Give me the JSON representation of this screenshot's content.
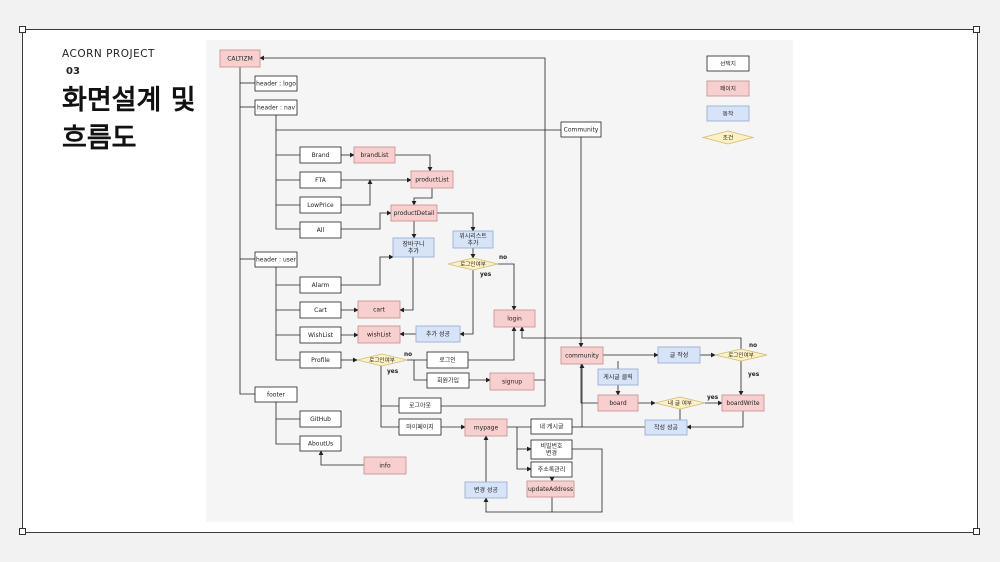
{
  "slide": {
    "project_label": "ACORN PROJECT",
    "section_number": "03",
    "title_line1": "화면설계 및",
    "title_line2": "흐름도"
  },
  "legend": [
    {
      "label": "선택지",
      "kind": "choice"
    },
    {
      "label": "페이지",
      "kind": "page"
    },
    {
      "label": "동작",
      "kind": "action"
    },
    {
      "label": "조건",
      "kind": "condition"
    }
  ],
  "nodes": [
    {
      "id": "caltizm",
      "kind": "page",
      "lines": [
        "CALTIZM"
      ]
    },
    {
      "id": "header-logo",
      "kind": "choice",
      "lines": [
        "header : logo"
      ]
    },
    {
      "id": "header-nav",
      "kind": "choice",
      "lines": [
        "header : nav"
      ]
    },
    {
      "id": "community-choice",
      "kind": "choice",
      "lines": [
        "Community"
      ]
    },
    {
      "id": "brand",
      "kind": "choice",
      "lines": [
        "Brand"
      ]
    },
    {
      "id": "brandlist",
      "kind": "page",
      "lines": [
        "brandList"
      ]
    },
    {
      "id": "fta",
      "kind": "choice",
      "lines": [
        "FTA"
      ]
    },
    {
      "id": "productlist",
      "kind": "page",
      "lines": [
        "productList"
      ]
    },
    {
      "id": "lowprice",
      "kind": "choice",
      "lines": [
        "LowPrice"
      ]
    },
    {
      "id": "productdetail",
      "kind": "page",
      "lines": [
        "productDetail"
      ]
    },
    {
      "id": "all",
      "kind": "choice",
      "lines": [
        "All"
      ]
    },
    {
      "id": "cart-add",
      "kind": "action",
      "lines": [
        "장바구니",
        "추가"
      ]
    },
    {
      "id": "wish-add",
      "kind": "action",
      "lines": [
        "위시리스트",
        "추가"
      ]
    },
    {
      "id": "login-check-1",
      "kind": "condition",
      "lines": [
        "로그인여부"
      ]
    },
    {
      "id": "header-user",
      "kind": "choice",
      "lines": [
        "header : user"
      ]
    },
    {
      "id": "alarm",
      "kind": "choice",
      "lines": [
        "Alarm"
      ]
    },
    {
      "id": "cart-choice",
      "kind": "choice",
      "lines": [
        "Cart"
      ]
    },
    {
      "id": "cart-page",
      "kind": "page",
      "lines": [
        "cart"
      ]
    },
    {
      "id": "login-page",
      "kind": "page",
      "lines": [
        "login"
      ]
    },
    {
      "id": "wishlist-choice",
      "kind": "choice",
      "lines": [
        "WishList"
      ]
    },
    {
      "id": "wishlist-page",
      "kind": "page",
      "lines": [
        "wishList"
      ]
    },
    {
      "id": "add-success",
      "kind": "action",
      "lines": [
        "추가 성공"
      ]
    },
    {
      "id": "community-page",
      "kind": "page",
      "lines": [
        "community"
      ]
    },
    {
      "id": "write-post",
      "kind": "action",
      "lines": [
        "글 작성"
      ]
    },
    {
      "id": "login-check-3",
      "kind": "condition",
      "lines": [
        "로그인여부"
      ]
    },
    {
      "id": "profile",
      "kind": "choice",
      "lines": [
        "Profile"
      ]
    },
    {
      "id": "login-check-2",
      "kind": "condition",
      "lines": [
        "로그인여부"
      ]
    },
    {
      "id": "login-choice",
      "kind": "choice",
      "lines": [
        "로그인"
      ]
    },
    {
      "id": "signup-choice",
      "kind": "choice",
      "lines": [
        "회원가입"
      ]
    },
    {
      "id": "signup-page",
      "kind": "page",
      "lines": [
        "signup"
      ]
    },
    {
      "id": "post-click",
      "kind": "action",
      "lines": [
        "게시글 클릭"
      ]
    },
    {
      "id": "footer",
      "kind": "choice",
      "lines": [
        "footer"
      ]
    },
    {
      "id": "board",
      "kind": "page",
      "lines": [
        "board"
      ]
    },
    {
      "id": "my-post-check",
      "kind": "condition",
      "lines": [
        "내 글 여부"
      ]
    },
    {
      "id": "boardwrite",
      "kind": "page",
      "lines": [
        "boardWrite"
      ]
    },
    {
      "id": "logout",
      "kind": "choice",
      "lines": [
        "로그아웃"
      ]
    },
    {
      "id": "github",
      "kind": "choice",
      "lines": [
        "GitHub"
      ]
    },
    {
      "id": "mypage-choice",
      "kind": "choice",
      "lines": [
        "마이페이지"
      ]
    },
    {
      "id": "mypage",
      "kind": "page",
      "lines": [
        "mypage"
      ]
    },
    {
      "id": "my-posts",
      "kind": "choice",
      "lines": [
        "내 게시글"
      ]
    },
    {
      "id": "write-success",
      "kind": "action",
      "lines": [
        "작성 성공"
      ]
    },
    {
      "id": "aboutus",
      "kind": "choice",
      "lines": [
        "AboutUs"
      ]
    },
    {
      "id": "pw-change",
      "kind": "choice",
      "lines": [
        "비밀번호",
        "변경"
      ]
    },
    {
      "id": "info",
      "kind": "page",
      "lines": [
        "info"
      ]
    },
    {
      "id": "address-manage",
      "kind": "choice",
      "lines": [
        "주소록관리"
      ]
    },
    {
      "id": "change-success",
      "kind": "action",
      "lines": [
        "변경 성공"
      ]
    },
    {
      "id": "updateaddress",
      "kind": "page",
      "lines": [
        "updateAddress"
      ]
    }
  ],
  "edge_labels": [
    {
      "id": "no-1",
      "text": "no"
    },
    {
      "id": "yes-1",
      "text": "yes"
    },
    {
      "id": "no-2",
      "text": "no"
    },
    {
      "id": "yes-2",
      "text": "yes"
    },
    {
      "id": "no-3",
      "text": "no"
    },
    {
      "id": "yes-3",
      "text": "yes"
    },
    {
      "id": "yes-4",
      "text": "yes"
    }
  ],
  "colors": {
    "choice_fill": "#ffffff",
    "page_fill": "#f8cfcf",
    "page_stroke": "#c98a8a",
    "action_fill": "#d7e4f7",
    "action_stroke": "#8ea9cf",
    "condition_fill": "#fdf1c4",
    "condition_stroke": "#cdbb70",
    "line": "#222222"
  }
}
